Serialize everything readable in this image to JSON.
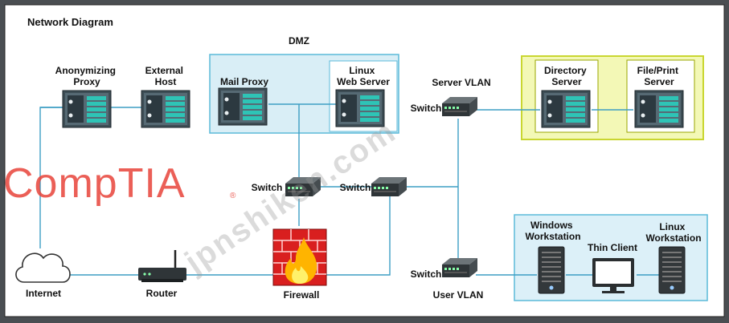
{
  "diagram": {
    "title": "Network Diagram",
    "zones": {
      "dmz": "DMZ",
      "server_vlan": "Server VLAN",
      "user_vlan": "User VLAN"
    },
    "nodes": {
      "anonymizing_proxy": [
        "Anonymizing",
        "Proxy"
      ],
      "external_host": [
        "External",
        "Host"
      ],
      "mail_proxy": "Mail Proxy",
      "linux_web_server": [
        "Linux",
        "Web Server"
      ],
      "directory_server": [
        "Directory",
        "Server"
      ],
      "file_print_server": [
        "File/Print",
        "Server"
      ],
      "switch_server_vlan": "Switch",
      "switch_dmz_left": "Switch",
      "switch_dmz_right": "Switch",
      "switch_user_vlan": "Switch",
      "windows_workstation": [
        "Windows",
        "Workstation"
      ],
      "thin_client": "Thin Client",
      "linux_workstation": [
        "Linux",
        "Workstation"
      ],
      "internet": "Internet",
      "router": "Router",
      "firewall": "Firewall"
    },
    "logo": "CompTIA",
    "watermark": "jpnshiken.com"
  }
}
